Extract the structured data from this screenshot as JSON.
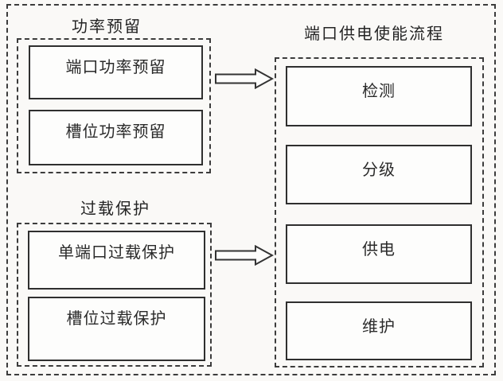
{
  "diagram": {
    "groups": {
      "power_reservation": {
        "title": "功率预留",
        "boxes": [
          "端口功率预留",
          "槽位功率预留"
        ]
      },
      "overload_protection": {
        "title": "过载保护",
        "boxes": [
          "单端口过载保护",
          "槽位过载保护"
        ]
      },
      "port_power_enable_flow": {
        "title": "端口供电使能流程",
        "steps": [
          "检测",
          "分级",
          "供电",
          "维护"
        ]
      }
    },
    "arrows": [
      {
        "name": "power-reservation-to-flow",
        "direction": "right"
      },
      {
        "name": "overload-protection-to-flow",
        "direction": "right"
      }
    ],
    "colors": {
      "background": "#faf9f7",
      "line": "#3c3c3c",
      "text": "#242424"
    }
  }
}
